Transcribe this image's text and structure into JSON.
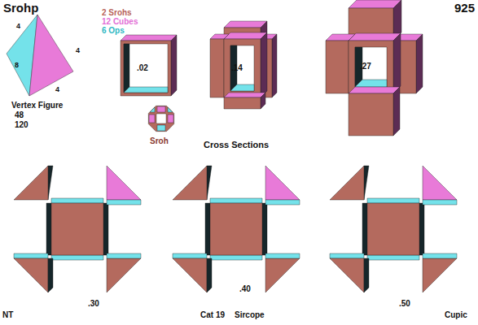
{
  "diagram": {
    "title": "Srohp",
    "labels": [
      "925",
      "4",
      "4",
      "8",
      "4",
      "Vertex Figure",
      "48",
      "120",
      ".02",
      ".14",
      ".27",
      "Sroh",
      "Cross Sections",
      ".30",
      ".40",
      "NT",
      "Cat 19",
      "Sircope",
      ".50",
      "Cupic"
    ],
    "legend": [
      {
        "text": "2 Srohs",
        "color": "#b8635a"
      },
      {
        "text": "12 Cubes",
        "color": "#e36fd6"
      },
      {
        "text": "6 Ops",
        "color": "#2fb8c4"
      }
    ]
  }
}
